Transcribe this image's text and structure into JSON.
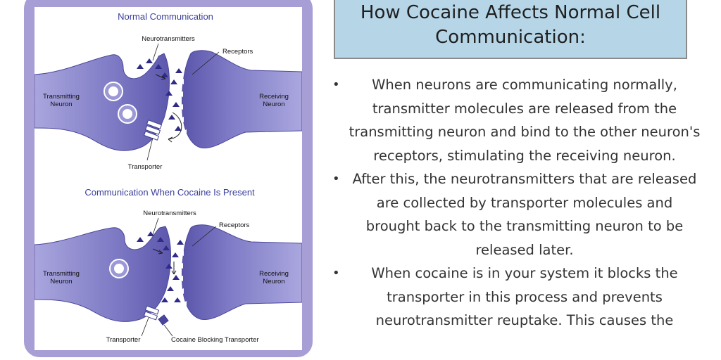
{
  "figure": {
    "top_panel": {
      "title": "Normal Communication",
      "labels": {
        "neurotransmitters": "Neurotransmitters",
        "receptors": "Receptors",
        "transmitting_neuron": "Transmitting\nNeuron",
        "receiving_neuron": "Receiving\nNeuron",
        "transporter": "Transporter"
      }
    },
    "bottom_panel": {
      "title": "Communication When Cocaine Is Present",
      "labels": {
        "neurotransmitters": "Neurotransmitters",
        "receptors": "Receptors",
        "transmitting_neuron": "Transmitting\nNeuron",
        "receiving_neuron": "Receiving\nNeuron",
        "transporter": "Transporter",
        "cocaine": "Cocaine Blocking Transporter"
      }
    }
  },
  "title": "How Cocaine Affects Normal Cell Communication:",
  "bullets": [
    "When neurons are communicating normally, transmitter molecules are released from the transmitting neuron and bind to the other neuron's receptors, stimulating the receiving neuron.",
    "After this, the neurotransmitters that are released are collected by transporter molecules and brought back to the transmitting neuron to be released later.",
    "When cocaine is in your system it blocks the transporter in this process and prevents neurotransmitter reuptake. This causes the"
  ],
  "colors": {
    "frame": "#a79ed6",
    "neuron": "#8a86cc",
    "title_box": "#b6d6e8",
    "diagram_title": "#3b3f9b"
  }
}
